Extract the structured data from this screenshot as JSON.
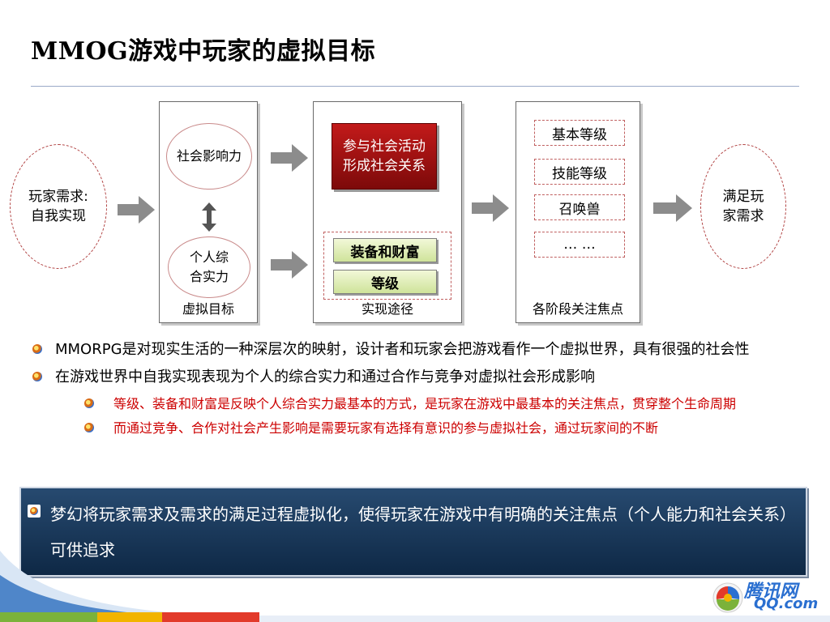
{
  "title": "MMOG游戏中玩家的虚拟目标",
  "diagram": {
    "need": "玩家需求:\n自我实现",
    "satisfy": "满足玩\n家需求",
    "virtual_goal": {
      "label": "虚拟目标",
      "social": "社会影响力",
      "personal": "个人综\n合实力"
    },
    "path": {
      "label": "实现途径",
      "social_activity": "参与社会活动\n形成社会关系",
      "equip": "装备和财富",
      "level": "等级"
    },
    "focus": {
      "label": "各阶段关注焦点",
      "items": [
        "基本等级",
        "技能等级",
        "召唤兽",
        "… …"
      ]
    }
  },
  "bullets": [
    "MMORPG是对现实生活的一种深层次的映射，设计者和玩家会把游戏看作一个虚拟世界，具有很强的社会性",
    "在游戏世界中自我实现表现为个人的综合实力和通过合作与竞争对虚拟社会形成影响"
  ],
  "sub_bullets": [
    "等级、装备和财富是反映个人综合实力最基本的方式，是玩家在游戏中最基本的关注焦点，贯穿整个生命周期",
    "而通过竞争、合作对社会产生影响是需要玩家有选择有意识的参与虚拟社会，通过玩家间的不断"
  ],
  "callout": "梦幻将玩家需求及需求的满足过程虚拟化，使得玩家在游戏中有明确的关注焦点（个人能力和社会关系）可供追求",
  "logo": {
    "top": "腾讯网",
    "bottom": "QQ.com"
  },
  "colors": {
    "accent_red": "#cc0000",
    "callout_bg": "#1b3a5c",
    "arrow": "#8c8c8c"
  }
}
